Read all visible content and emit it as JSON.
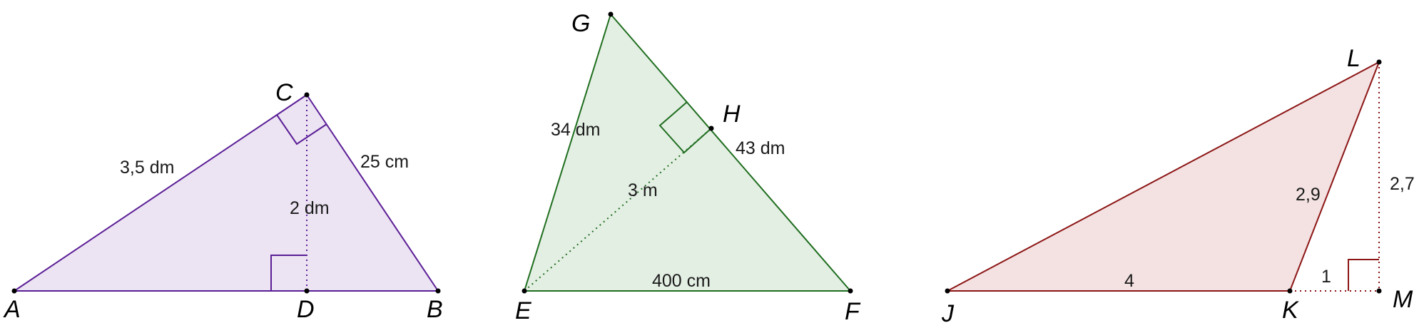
{
  "colors": {
    "purple_stroke": "#5a1e96",
    "purple_fill": "#ede4f3",
    "green_stroke": "#1f6e1f",
    "green_fill": "#e4efe4",
    "red_stroke": "#8c1515",
    "red_fill": "#f4e2e2",
    "point": "#000000"
  },
  "triangle_abc": {
    "points": {
      "a": "A",
      "b": "B",
      "c": "C",
      "d": "D"
    },
    "lengths": {
      "ac": "3,5 dm",
      "cb": "25 cm",
      "cd": "2 dm"
    }
  },
  "triangle_efg": {
    "points": {
      "e": "E",
      "f": "F",
      "g": "G",
      "h": "H"
    },
    "lengths": {
      "eg": "34 dm",
      "gf": "43 dm",
      "eh": "3 m",
      "ef": "400 cm"
    }
  },
  "triangle_jkl": {
    "points": {
      "j": "J",
      "k": "K",
      "l": "L",
      "m": "M"
    },
    "lengths": {
      "jk": "4",
      "kl": "2,9",
      "km": "1",
      "lm": "2,7"
    }
  }
}
